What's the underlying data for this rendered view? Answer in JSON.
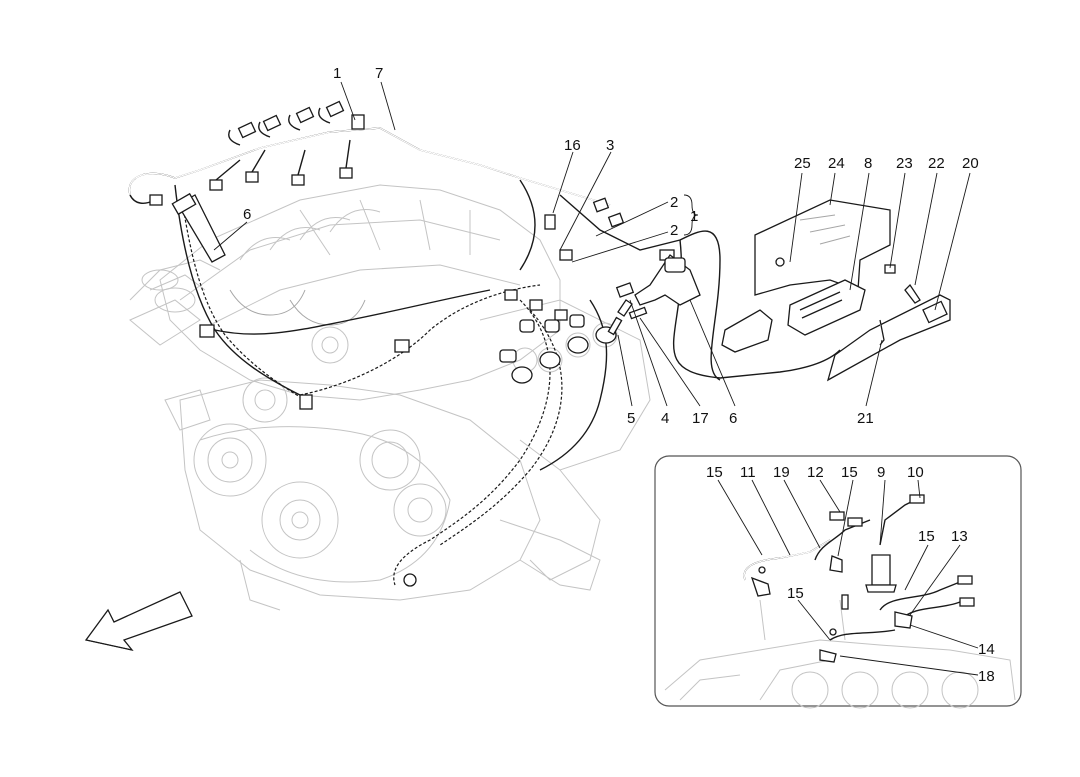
{
  "callouts": {
    "c1_top": "1",
    "c7": "7",
    "c6_left": "6",
    "c16": "16",
    "c3": "3",
    "c2_upper": "2",
    "c2_lower": "2",
    "c1_brace": "1",
    "c25": "25",
    "c24": "24",
    "c8": "8",
    "c23": "23",
    "c22": "22",
    "c20": "20",
    "c5": "5",
    "c4": "4",
    "c17": "17",
    "c6_right": "6",
    "c21": "21"
  },
  "inset_callouts": {
    "i15_a": "15",
    "i11": "11",
    "i19": "19",
    "i12": "12",
    "i15_b": "15",
    "i9": "9",
    "i10": "10",
    "i15_c": "15",
    "i13": "13",
    "i15_d": "15",
    "i14": "14",
    "i18": "18"
  },
  "icons": {
    "direction_arrow": "direction-arrow-icon"
  }
}
